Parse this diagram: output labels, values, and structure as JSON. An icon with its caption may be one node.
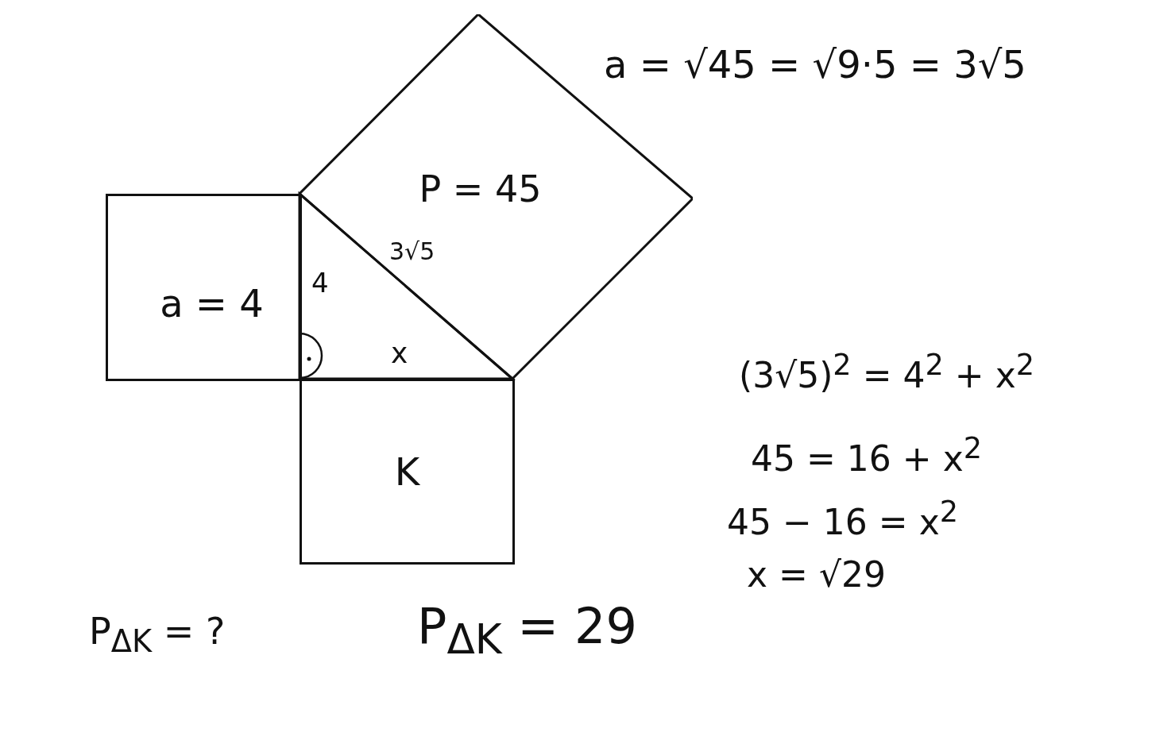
{
  "diagram": {
    "nodes": [
      {
        "text": [
          "P = 45"
        ]
      },
      {
        "text": [
          "a = 4"
        ]
      },
      {
        "text": [
          "K"
        ]
      }
    ],
    "labels": [
      "a = √45 = √9·5 = 3√5",
      "3√5",
      "4",
      "x",
      "(3√5)$^{2}$ = 4$^{2}$ + x$^{2}$",
      "45 = 16 + x$^{2}$",
      "45 − 16 = x$^{2}$",
      "x = √29",
      "P$_{ΔK}$ = ?",
      "P$_{ΔK}$ = 29"
    ]
  }
}
